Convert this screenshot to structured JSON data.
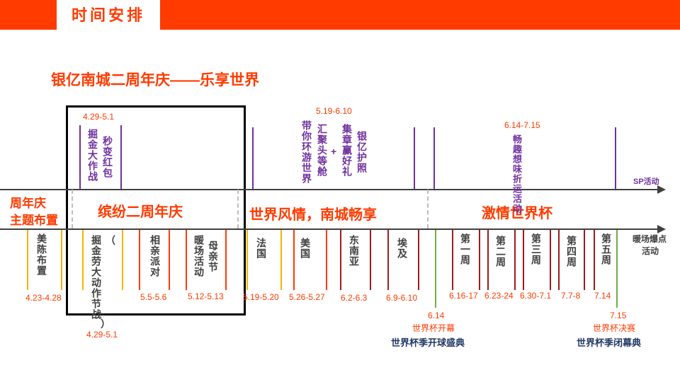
{
  "header": {
    "title": "时间安排"
  },
  "heading": "银亿南城二周年庆——乐享世界",
  "band": {
    "left_label_line1": "周年庆",
    "left_label_line2": "主题布置",
    "phase1": "缤纷二周年庆",
    "phase2": "世界风情，南城畅享",
    "phase3": "激情世界杯"
  },
  "upper": {
    "date1": "4.29-5.1",
    "ev1a": "掘金大作战",
    "ev1b": "秒变红包",
    "date2": "5.19-6.10",
    "ev2a": "带你环游世界",
    "ev2b": "汇聚头等舱",
    "plus": "+",
    "ev2c": "集章赢好礼",
    "ev2d": "银亿护照",
    "date3": "6.14-7.15",
    "ev3a": "畅趣想味折运活动",
    "sp": "SP活动"
  },
  "lower": {
    "l1": "美陈布置",
    "d1": "4.23-4.28",
    "l2": "掘金劳大动作节战",
    "l2b": "（",
    "l2c": "）",
    "d2": "4.29-5.1",
    "l3": "相亲派对",
    "d3": "5.5-5.6",
    "l4a": "暖场活动",
    "l4b": "母亲节",
    "d4": "5.12-5.13",
    "l5": "法国",
    "d5": "5.19-5.20",
    "l6": "美国",
    "d6": "5.26-5.27",
    "l7": "东南亚",
    "d7": "6.2-6.3",
    "l8": "埃及",
    "d8": "6.9-6.10",
    "w1": "第一周",
    "wd1": "6.16-17",
    "w2": "第二周",
    "wd2": "6.23-24",
    "w3": "第三周",
    "wd3": "6.30-7.1",
    "w4": "第四周",
    "wd4": "7.7-8",
    "w5": "第五周",
    "wd5": "7.14",
    "end_line1": "暖场爆点",
    "end_line2": "活动"
  },
  "milestones": {
    "m1_date": "6.14",
    "m1_label": "世界杯开幕",
    "m1_event": "世界杯季开球盛典",
    "m2_date": "7.15",
    "m2_label": "世界杯决赛",
    "m2_event": "世界杯季闭幕典"
  },
  "colors": {
    "accent": "#ff3b00",
    "purple": "#7030a0",
    "gold": "#f4b400",
    "darkred": "#9b1c1c",
    "green": "#70ad47"
  }
}
